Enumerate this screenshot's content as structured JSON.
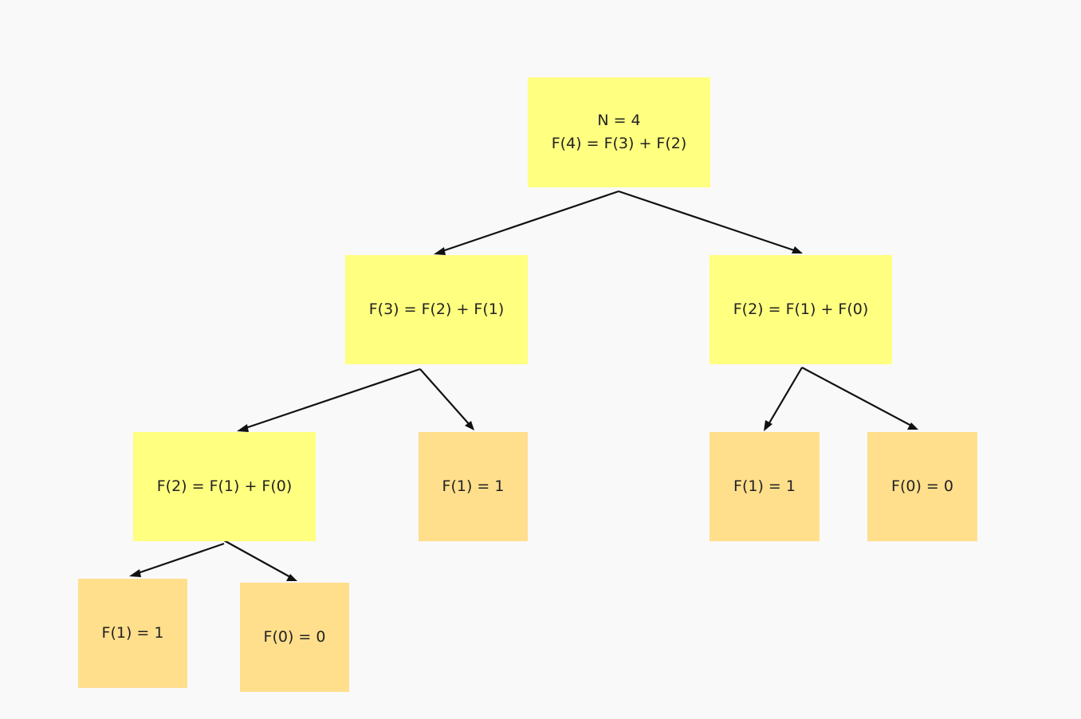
{
  "diagram": {
    "root": {
      "line1": "N = 4",
      "line2": "F(4) = F(3) + F(2)"
    },
    "f3": "F(3) = F(2) + F(1)",
    "f2_right": "F(2) = F(1) + F(0)",
    "f2_left": "F(2) = F(1) + F(0)",
    "f1_mid": "F(1) = 1",
    "f1_right": "F(1) = 1",
    "f0_right": "F(0) = 0",
    "f1_bottom": "F(1) = 1",
    "f0_bottom": "F(0) = 0"
  },
  "colors": {
    "branch_node": "#ffff80",
    "leaf_node": "#ffdf8c",
    "background": "#f9f9f9",
    "edge": "#111111"
  }
}
